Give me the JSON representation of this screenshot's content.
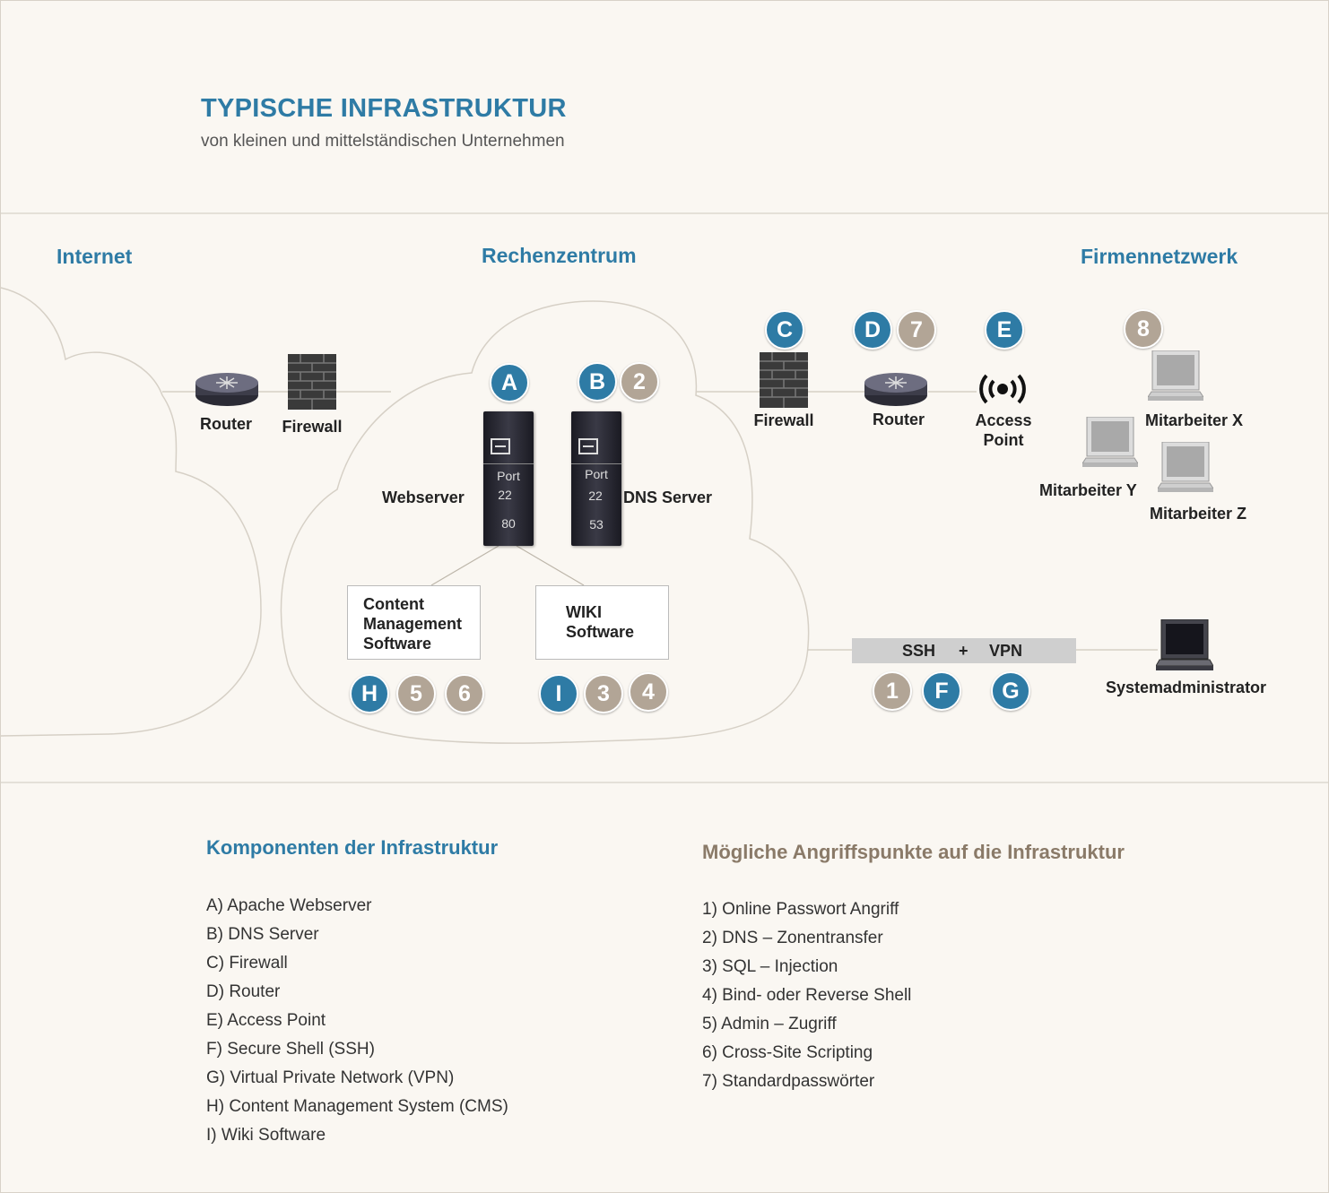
{
  "header": {
    "title": "TYPISCHE INFRASTRUKTUR",
    "subtitle": "von kleinen und mittelständischen Unternehmen"
  },
  "zones": {
    "internet": "Internet",
    "datacenter": "Rechenzentrum",
    "corporate": "Firmennetzwerk"
  },
  "devices": {
    "router_internet": "Router",
    "firewall_internet": "Firewall",
    "webserver": "Webserver",
    "dns_server": "DNS Server",
    "firewall_corp": "Firewall",
    "router_corp": "Router",
    "access_point": [
      "Access",
      "Point"
    ],
    "employee_x": "Mitarbeiter X",
    "employee_y": "Mitarbeiter Y",
    "employee_z": "Mitarbeiter Z",
    "sysadmin": "Systemadministrator"
  },
  "servers": {
    "web": {
      "port_label": "Port",
      "ports": [
        "22",
        "80"
      ]
    },
    "dns": {
      "port_label": "Port",
      "ports": [
        "22",
        "53"
      ]
    }
  },
  "software": {
    "cms": [
      "Content",
      "Management",
      "Software"
    ],
    "wiki": [
      "WIKI",
      "Software"
    ]
  },
  "tunnel": {
    "ssh": "SSH",
    "plus": "+",
    "vpn": "VPN"
  },
  "badges": {
    "A": "A",
    "B": "B",
    "C": "C",
    "D": "D",
    "E": "E",
    "F": "F",
    "G": "G",
    "H": "H",
    "I": "I",
    "n1": "1",
    "n2": "2",
    "n3": "3",
    "n4": "4",
    "n5": "5",
    "n6": "6",
    "n7": "7",
    "n8": "8"
  },
  "components": {
    "heading": "Komponenten der Infrastruktur",
    "items": [
      "A) Apache Webserver",
      "B) DNS Server",
      "C) Firewall",
      "D) Router",
      "E) Access Point",
      "F) Secure Shell (SSH)",
      "G) Virtual Private Network (VPN)",
      "H) Content Management System (CMS)",
      "I) Wiki Software"
    ]
  },
  "attacks": {
    "heading": "Mögliche Angriffspunkte auf die Infrastruktur",
    "items": [
      "1) Online Passwort Angriff",
      "2) DNS – Zonentransfer",
      "3) SQL – Injection",
      "4) Bind- oder Reverse Shell",
      "5) Admin – Zugriff",
      "6) Cross-Site Scripting",
      "7) Standardpasswörter"
    ]
  },
  "colors": {
    "accent_blue": "#2e7ba5",
    "accent_tan": "#b2a596",
    "attack_heading": "#8a7a68",
    "background": "#faf7f2"
  }
}
